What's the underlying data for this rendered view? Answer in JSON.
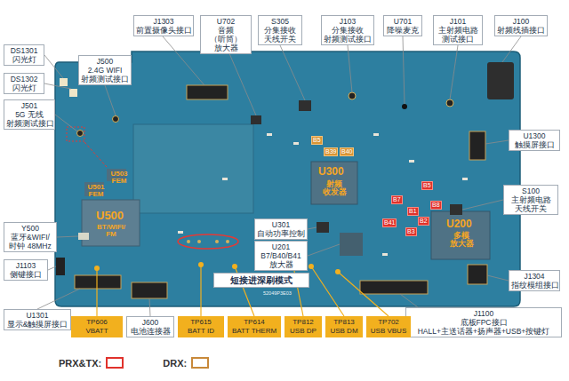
{
  "diagram": {
    "nodes": [
      {
        "text": [
          "J1303",
          "前置摄像头接口"
        ]
      },
      {
        "text": [
          "U702",
          "音频（听筒） 放大器"
        ]
      },
      {
        "text": [
          "S305",
          "分集接收 天线开关"
        ]
      },
      {
        "text": [
          "J103",
          "分集接收 射频测试接口"
        ]
      },
      {
        "text": [
          "U701",
          "降噪麦克"
        ]
      },
      {
        "text": [
          "J101",
          "主射频电路 测试接口"
        ]
      },
      {
        "text": [
          "J100",
          "射频线插接口"
        ]
      },
      {
        "text": [
          "DS1301",
          "闪光灯"
        ]
      },
      {
        "text": [
          "J500",
          "2.4G WIFI 射频测试接口"
        ]
      },
      {
        "text": [
          "DS1302",
          "闪光灯"
        ]
      },
      {
        "text": [
          "J501",
          "5G 无线 射频测试接口"
        ]
      },
      {
        "text": [
          "U1300",
          "触摸屏接口"
        ]
      },
      {
        "text": [
          "S100",
          "主射频电路 天线开关"
        ]
      },
      {
        "text": [
          "U301",
          "自动功率控制"
        ]
      },
      {
        "text": [
          "Y500",
          "蓝牙&WIFI/ 时钟 48MHz"
        ]
      },
      {
        "text": [
          "U201",
          "B7/B40/B41 放大器"
        ]
      },
      {
        "text": [
          "J1103",
          "侧键接口"
        ]
      },
      {
        "text": [
          "J1304",
          "指纹模组接口"
        ]
      },
      {
        "text": [
          "短接进深刷模式"
        ]
      },
      {
        "text": [
          "U1301",
          "显示&触摸屏接口"
        ]
      },
      {
        "text": [
          "J1100",
          "底板FPC接口",
          "HALL+主送话器+扬声器+USB+按键灯"
        ]
      },
      {
        "text": [
          "TP606",
          "VBATT"
        ]
      },
      {
        "text": [
          "J600",
          "电池连接器"
        ]
      },
      {
        "text": [
          "TP615",
          "BATT ID"
        ]
      },
      {
        "text": [
          "TP614",
          "BATT THERM"
        ]
      },
      {
        "text": [
          "TP812",
          "USB DP"
        ]
      },
      {
        "text": [
          "TP813",
          "USB DM"
        ]
      },
      {
        "text": [
          "TP702",
          "USB VBUS"
        ]
      }
    ],
    "labels": [
      "B5",
      "B39",
      "B40",
      "U503 FEM",
      "U501 FEM",
      "U300",
      "射频 收发器",
      "B5",
      "B7",
      "B8",
      "B1",
      "B2",
      "B3",
      "B41",
      "U500",
      "BT/WIFI/ FM",
      "U200",
      "多模 放大器",
      "52049P3E03"
    ],
    "legend": [
      {
        "text": "PRX&TX:",
        "color": "#e0322c"
      },
      {
        "text": "DRX:",
        "color": "#c8893a"
      }
    ]
  }
}
